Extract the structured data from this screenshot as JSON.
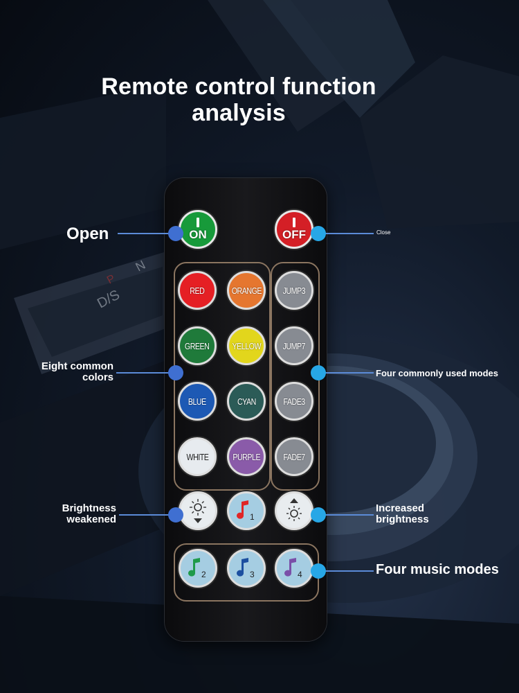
{
  "title": {
    "line1": "Remote control function",
    "line2": "analysis"
  },
  "buttons": {
    "on": "ON",
    "off": "OFF",
    "red": "RED",
    "orange": "ORANGE",
    "green": "GREEN",
    "yellow": "YELLOW",
    "blue": "BLUE",
    "cyan": "CYAN",
    "white": "WHITE",
    "purple": "PURPLE",
    "jump3": "JUMP3",
    "jump7": "JUMP7",
    "fade3": "FADE3",
    "fade7": "FADE7",
    "music1": "1",
    "music2": "2",
    "music3": "3",
    "music4": "4"
  },
  "callouts": {
    "open": "Open",
    "close": "Close",
    "colors_line1": "Eight common",
    "colors_line2": "colors",
    "modes": "Four commonly used modes",
    "dim_line1": "Brightness",
    "dim_line2": "weakened",
    "bright_line1": "Increased",
    "bright_line2": "brightness",
    "music": "Four music modes"
  },
  "colors": {
    "accent_line": "#5b8bd8",
    "dot_left": "#3f6fd1",
    "dot_right": "#27a7e6",
    "on_green": "#179a3a",
    "off_red": "#d41f26",
    "red": "#e51f24",
    "orange": "#e5762f",
    "green": "#1f7a3a",
    "yellow": "#e2d61c",
    "blue": "#1d59b4",
    "cyan": "#2b5b57",
    "white": "#e7ebef",
    "purple": "#8a5ba9",
    "mode_gray": "#878b92",
    "music_blue": "#a5cde2"
  },
  "icons": [
    "power-icon",
    "brightness-down-icon",
    "brightness-up-icon",
    "music-note-icon"
  ]
}
